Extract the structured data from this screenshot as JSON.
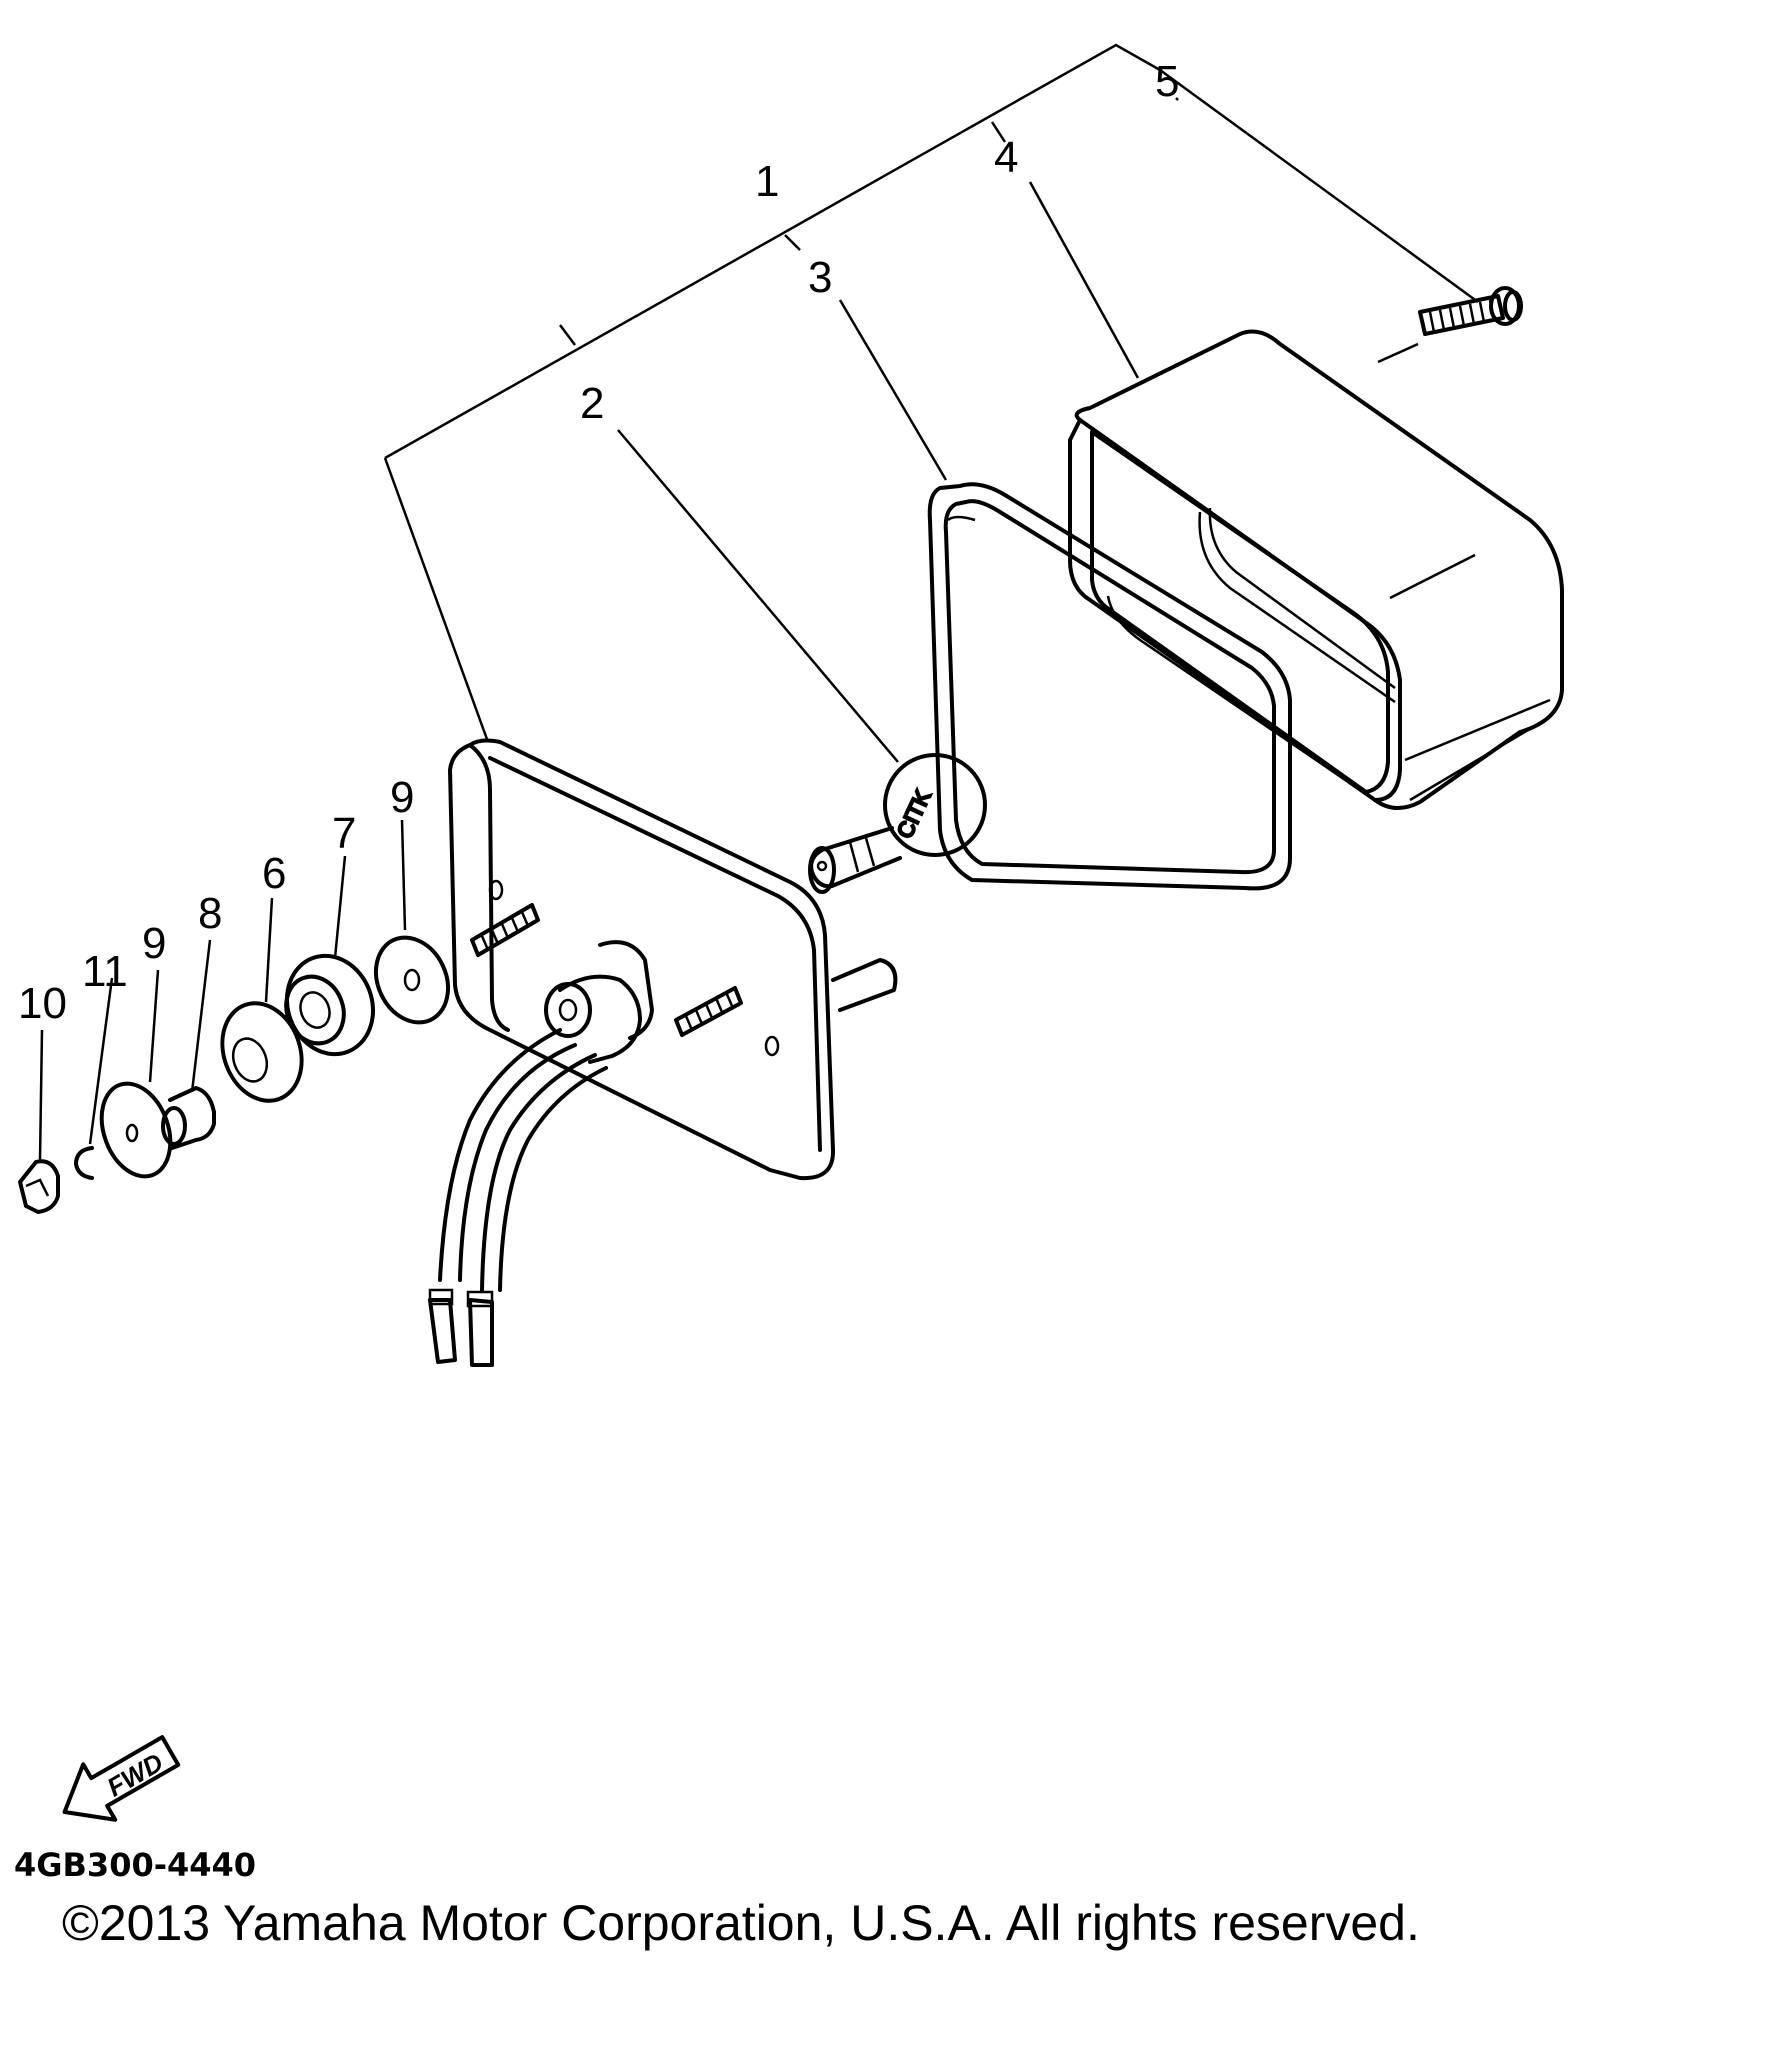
{
  "callouts": {
    "c1": "1",
    "c2": "2",
    "c3": "3",
    "c4": "4",
    "c5": "5",
    "c6": "6",
    "c7": "7",
    "c8": "8",
    "c9a": "9",
    "c9b": "9",
    "c10": "10",
    "c11": "11"
  },
  "bulb_marking": "CITK",
  "fwd_label": "FWD",
  "diagram_code": "4GB300-4440",
  "copyright": "©2013 Yamaha Motor Corporation, U.S.A. All rights reserved."
}
